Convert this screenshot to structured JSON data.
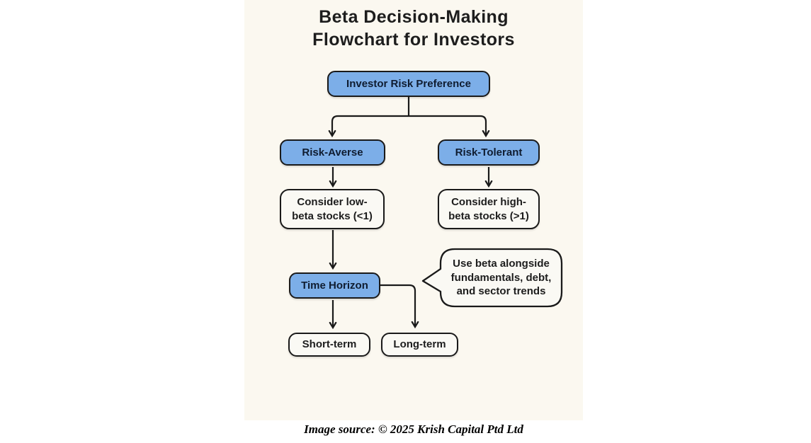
{
  "title": {
    "line1": "Beta Decision-Making",
    "line2": "Flowchart for Investors"
  },
  "attribution": "Image source: © 2025 Krish Capital Ptd Ltd",
  "nodes": {
    "root": {
      "label": "Investor Risk Preference"
    },
    "risk_averse": {
      "label": "Risk-Averse"
    },
    "risk_tolerant": {
      "label": "Risk-Tolerant"
    },
    "low_beta": {
      "line1": "Consider low-",
      "line2": "beta stocks (<1)"
    },
    "high_beta": {
      "line1": "Consider high-",
      "line2": "beta stocks (>1)"
    },
    "time_horizon": {
      "label": "Time Horizon"
    },
    "short_term": {
      "label": "Short-term"
    },
    "long_term": {
      "label": "Long-term"
    },
    "callout": {
      "line1": "Use beta alongside",
      "line2": "fundamentals, debt,",
      "line3": "and sector trends"
    }
  },
  "edges": [
    {
      "from": "Investor Risk Preference",
      "to": "Risk-Averse"
    },
    {
      "from": "Investor Risk Preference",
      "to": "Risk-Tolerant"
    },
    {
      "from": "Risk-Averse",
      "to": "Consider low-beta stocks (<1)"
    },
    {
      "from": "Risk-Tolerant",
      "to": "Consider high-beta stocks (>1)"
    },
    {
      "from": "Consider low-beta stocks (<1)",
      "to": "Time Horizon"
    },
    {
      "from": "Time Horizon",
      "to": "Short-term"
    },
    {
      "from": "Time Horizon",
      "to": "Long-term"
    },
    {
      "note_attached_to": "Time Horizon",
      "note": "Use beta alongside fundamentals, debt, and sector trends"
    }
  ],
  "colors": {
    "accent_blue": "#7CAEE8",
    "node_border": "#1a1a1a",
    "node_bg_light": "#FAF9F4",
    "canvas_bg": "#FBF8F0",
    "text_dark": "#1d1d1d",
    "blue_node_text": "#0f1c30",
    "connector": "#1a1a1a"
  }
}
